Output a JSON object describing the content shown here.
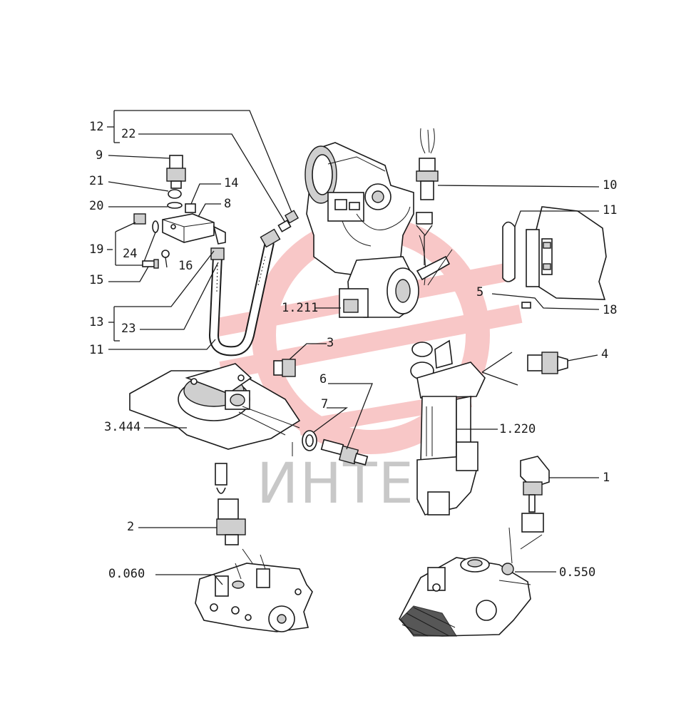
{
  "watermark": {
    "text": "ИНТЕХ",
    "color": "#e8393a"
  },
  "callouts": {
    "c12": "12",
    "c22": "22",
    "c9": "9",
    "c21": "21",
    "c14": "14",
    "c20": "20",
    "c8": "8",
    "c19": "19",
    "c24": "24",
    "c15": "15",
    "c16": "16",
    "c13": "13",
    "c23": "23",
    "c11_left": "11",
    "c1_211": "1.211",
    "c10": "10",
    "c11_right": "11",
    "c5": "5",
    "c18": "18",
    "c3": "3",
    "c4": "4",
    "c6": "6",
    "c7": "7",
    "c3_444": "3.444",
    "c1_220": "1.220",
    "c1": "1",
    "c2": "2",
    "c0_060": "0.060",
    "c0_550": "0.550"
  }
}
